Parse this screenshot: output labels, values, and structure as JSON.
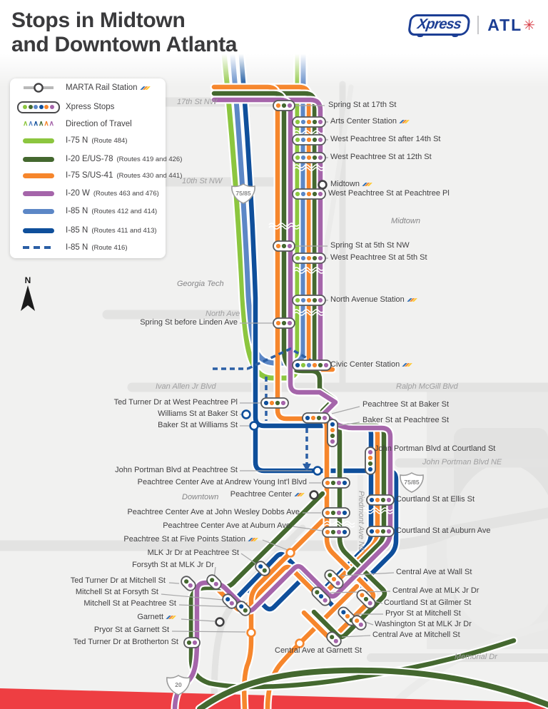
{
  "title": {
    "line1": "Stops in Midtown",
    "line2": "and Downtown Atlanta"
  },
  "logos": {
    "xpress": "Xpress",
    "atl": "ATL",
    "atl_star": "✳"
  },
  "legend": {
    "marta": "MARTA Rail Station",
    "xpress_stops": "Xpress Stops",
    "direction": "Direction of Travel",
    "routes": [
      {
        "name": "I-75 N",
        "detail": "(Route 484)",
        "color": "#8CC63F",
        "style": "solid"
      },
      {
        "name": "I-20 E/US-78",
        "detail": "(Routes 419 and 426)",
        "color": "#44682F",
        "style": "solid"
      },
      {
        "name": "I-75 S/US-41",
        "detail": "(Routes 430 and 441)",
        "color": "#F6862C",
        "style": "solid"
      },
      {
        "name": "I-20 W",
        "detail": "(Routes 463 and 476)",
        "color": "#A565AA",
        "style": "solid"
      },
      {
        "name": "I-85 N",
        "detail": "(Routes 412 and 414)",
        "color": "#5C87C6",
        "style": "solid"
      },
      {
        "name": "I-85 N",
        "detail": "(Routes 411 and 413)",
        "color": "#0F4F9B",
        "style": "solid"
      },
      {
        "name": "I-85 N",
        "detail": "(Route 416)",
        "color": "#2B5FA5",
        "style": "dashed"
      }
    ]
  },
  "compass": "N",
  "shields": {
    "a": "75/85",
    "b": "75/85",
    "c": "20"
  },
  "roads": {
    "seventeenth": "17th St NW",
    "tenth": "10th St NW",
    "north": "North Ave",
    "ivan": "Ivan Allen Jr Blvd",
    "ralph": "Ralph McGill Blvd",
    "portman": "John Portman Blvd NE",
    "piedmont": "Piedmont Ave NE",
    "memorial": "Memorial Dr"
  },
  "areas": {
    "gatech": "Georgia Tech",
    "midtown": "Midtown",
    "downtown": "Downtown"
  },
  "stops": [
    {
      "label": "Spring St at 17th St",
      "marta": false
    },
    {
      "label": "Arts Center Station",
      "marta": true
    },
    {
      "label": "West Peachtree St after 14th St",
      "marta": false
    },
    {
      "label": "West Peachtree St at 12th St",
      "marta": false
    },
    {
      "label": "Midtown",
      "marta": true
    },
    {
      "label": "West Peachtree St at Peachtree Pl",
      "marta": false
    },
    {
      "label": "Spring St at 5th St NW",
      "marta": false
    },
    {
      "label": "West Peachtree St at 5th St",
      "marta": false
    },
    {
      "label": "North Avenue Station",
      "marta": true
    },
    {
      "label": "Spring St before Linden Ave",
      "marta": false
    },
    {
      "label": "Civic Center Station",
      "marta": true
    },
    {
      "label": "Ted Turner Dr at West Peachtree Pl",
      "marta": false
    },
    {
      "label": "Williams St at Baker St",
      "marta": false
    },
    {
      "label": "Baker St at Williams St",
      "marta": false
    },
    {
      "label": "Peachtree St at Baker St",
      "marta": false
    },
    {
      "label": "Baker St at Peachtree St",
      "marta": false
    },
    {
      "label": "John Portman Blvd at Courtland St",
      "marta": false
    },
    {
      "label": "John Portman Blvd at Peachtree St",
      "marta": false
    },
    {
      "label": "Peachtree Center Ave at Andrew Young Int'l Blvd",
      "marta": false
    },
    {
      "label": "Peachtree Center",
      "marta": true
    },
    {
      "label": "Courtland St at Ellis St",
      "marta": false
    },
    {
      "label": "Peachtree Center Ave at John Wesley Dobbs Ave",
      "marta": false
    },
    {
      "label": "Peachtree Center Ave at Auburn Ave",
      "marta": false
    },
    {
      "label": "Courtland St at Auburn Ave",
      "marta": false
    },
    {
      "label": "Peachtree St at Five Points Station",
      "marta": true
    },
    {
      "label": "MLK Jr Dr at Peachtree St",
      "marta": false
    },
    {
      "label": "Forsyth St at MLK Jr Dr",
      "marta": false
    },
    {
      "label": "Ted Turner Dr at Mitchell St",
      "marta": false
    },
    {
      "label": "Mitchell St at Forsyth St",
      "marta": false
    },
    {
      "label": "Mitchell St at Peachtree St",
      "marta": false
    },
    {
      "label": "Garnett",
      "marta": true
    },
    {
      "label": "Pryor St at Garnett St",
      "marta": false
    },
    {
      "label": "Ted Turner Dr at Brotherton St",
      "marta": false
    },
    {
      "label": "Central Ave at Wall St",
      "marta": false
    },
    {
      "label": "Central Ave at MLK Jr Dr",
      "marta": false
    },
    {
      "label": "Courtland St at Gilmer St",
      "marta": false
    },
    {
      "label": "Pryor St at Mitchell St",
      "marta": false
    },
    {
      "label": "Washington St at MLK Jr Dr",
      "marta": false
    },
    {
      "label": "Central Ave at Mitchell St",
      "marta": false
    },
    {
      "label": "Central Ave at Garnett St",
      "marta": false
    }
  ]
}
